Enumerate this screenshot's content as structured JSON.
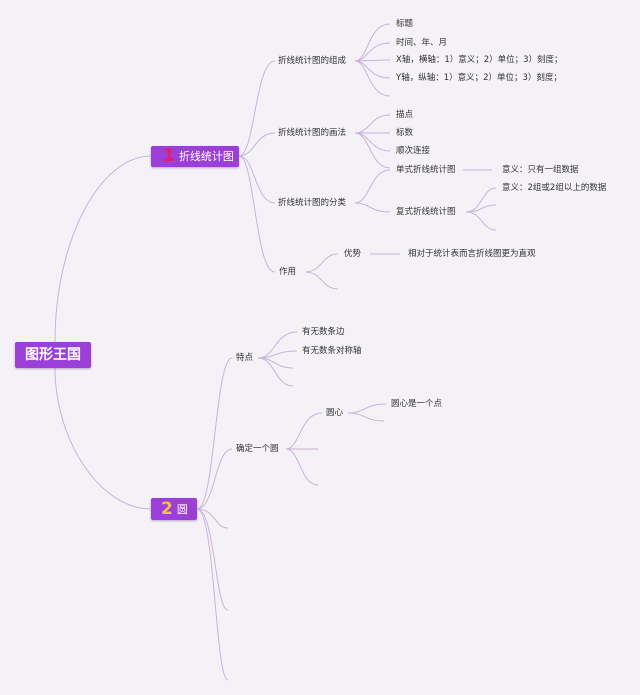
{
  "colors": {
    "node_fill": "#9b3fd8",
    "branch1_number": "#e8196f",
    "branch2_number": "#f5c23a",
    "line": "#c9b3dc",
    "background": "#f4f2f6"
  },
  "root": "图形王国",
  "branch1": {
    "number": "1",
    "label": "折线统计图",
    "composition": {
      "label": "折线统计图的组成",
      "items": [
        "标题",
        "时间、年、月",
        "X轴，横轴：1）意义；2）单位；3）刻度；",
        "Y轴，纵轴：1）意义；2）单位；3）刻度；"
      ]
    },
    "drawing": {
      "label": "折线统计图的画法",
      "items": [
        "描点",
        "标数",
        "顺次连接"
      ]
    },
    "types": {
      "label": "折线统计图的分类",
      "single": {
        "label": "单式折线统计图",
        "meaning": "意义：只有一组数据"
      },
      "compound": {
        "label": "复式折线统计图",
        "meaning": "意义：2组或2组以上的数据"
      }
    },
    "use": {
      "label": "作用",
      "advantage": {
        "label": "优势",
        "detail": "相对于统计表而言折线图更为直观"
      }
    }
  },
  "branch2": {
    "number": "2",
    "label": "圆",
    "features": {
      "label": "特点",
      "items": [
        "有无数条边",
        "有无数条对称轴"
      ]
    },
    "determine": {
      "label": "确定一个圆",
      "center": {
        "label": "圆心",
        "detail": "圆心是一个点"
      }
    }
  }
}
